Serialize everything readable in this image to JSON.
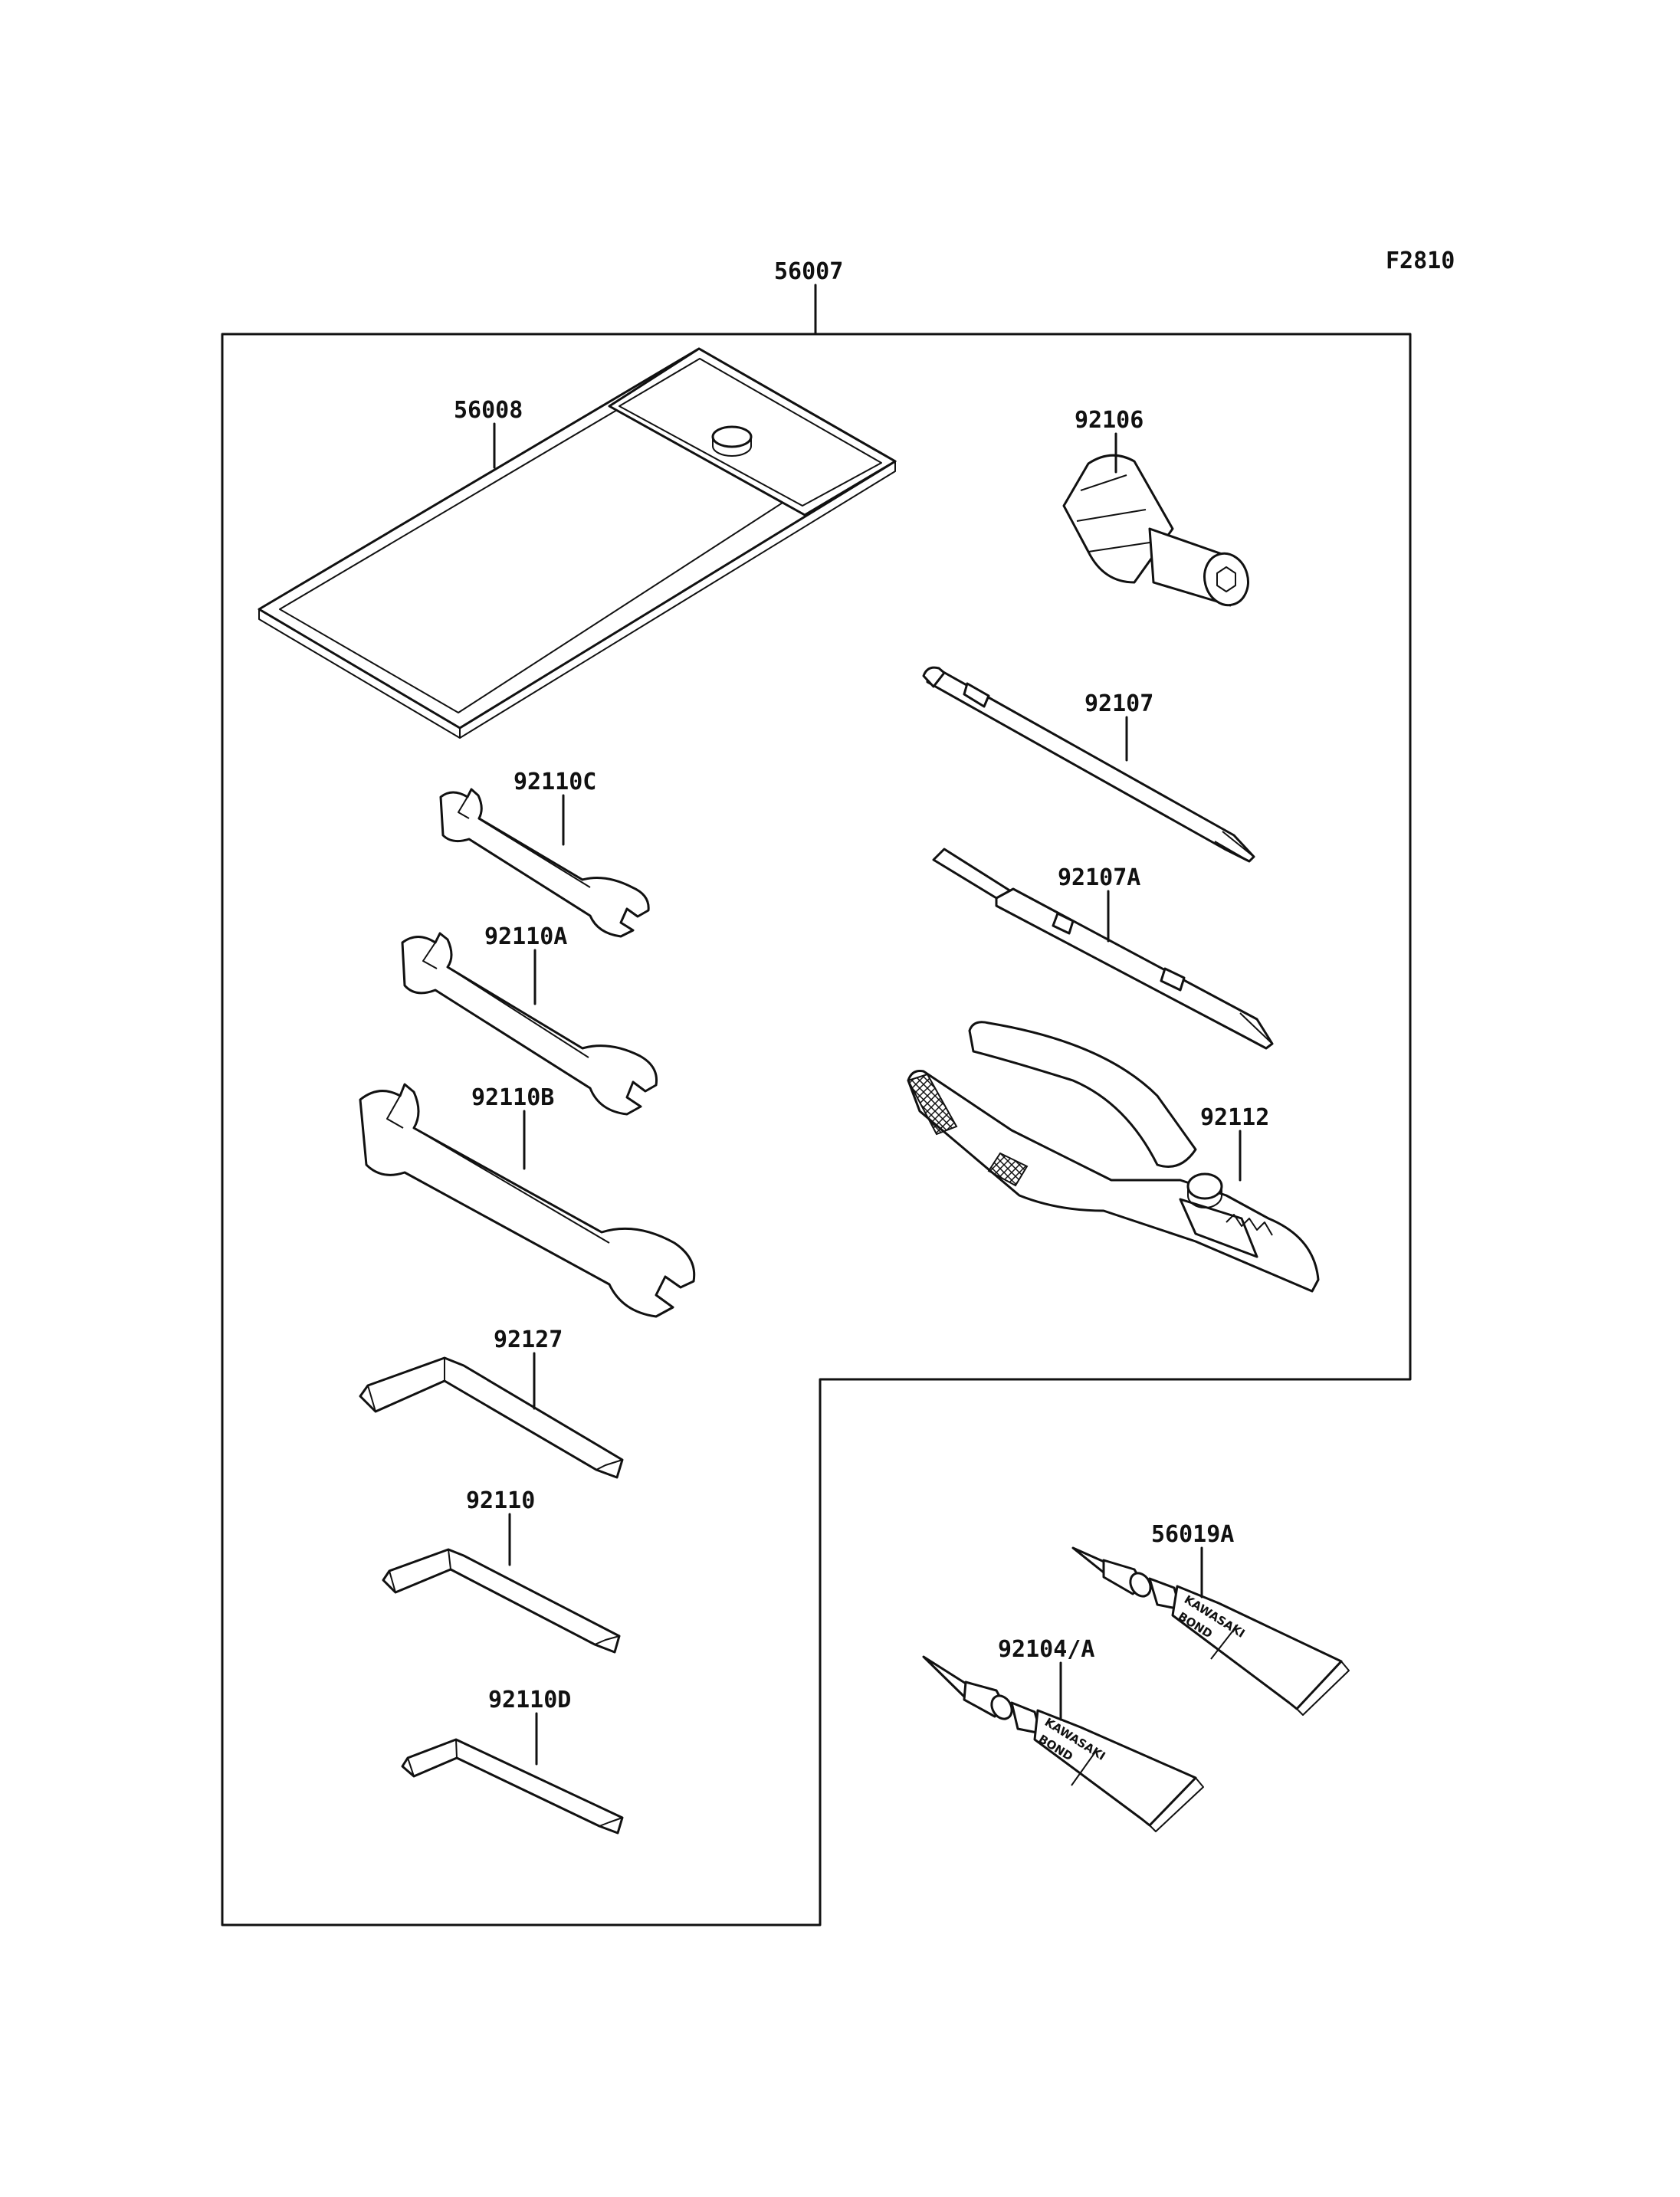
{
  "figure_code": "F2810",
  "kit_label": "56007",
  "parts": [
    {
      "id": "tool-bag",
      "number": "56008"
    },
    {
      "id": "socket-handle",
      "number": "92106"
    },
    {
      "id": "screwdriver-phillips",
      "number": "92107"
    },
    {
      "id": "screwdriver-combo",
      "number": "92107A"
    },
    {
      "id": "pliers",
      "number": "92112"
    },
    {
      "id": "wrench-small",
      "number": "92110C"
    },
    {
      "id": "wrench-medium",
      "number": "92110A"
    },
    {
      "id": "wrench-large",
      "number": "92110B"
    },
    {
      "id": "hex-key-large",
      "number": "92127"
    },
    {
      "id": "hex-key-medium",
      "number": "92110"
    },
    {
      "id": "hex-key-small",
      "number": "92110D"
    },
    {
      "id": "bond-tube-upper",
      "number": "56019A"
    },
    {
      "id": "bond-tube-lower",
      "number": "92104/A"
    }
  ],
  "tube_print": {
    "brand": "KAWASAKI",
    "product": "BOND"
  }
}
